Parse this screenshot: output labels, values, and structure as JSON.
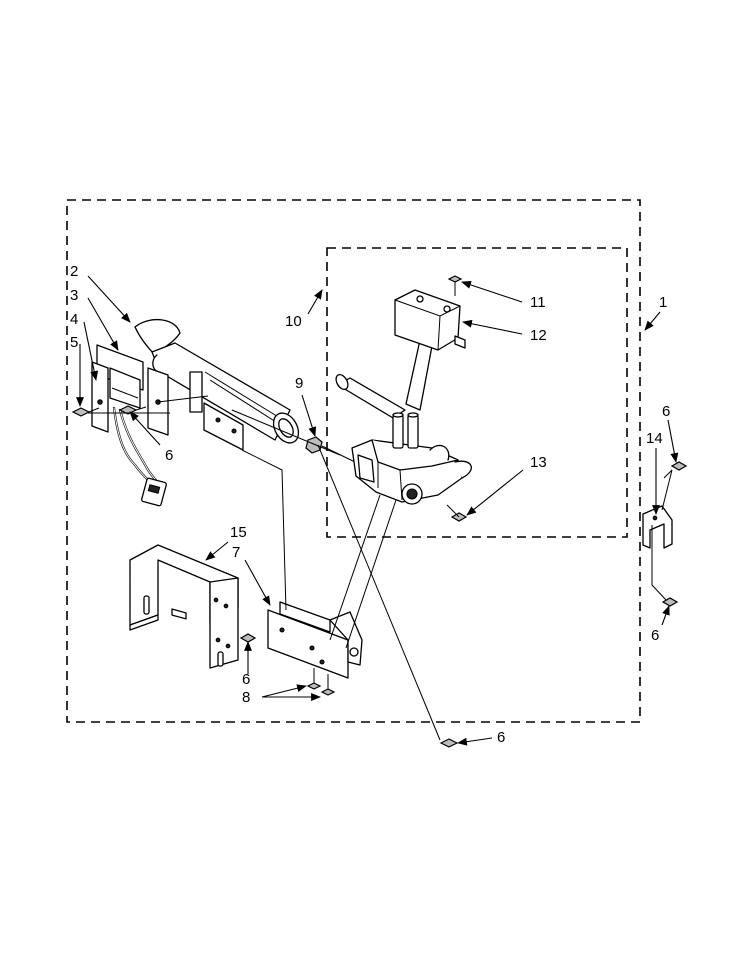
{
  "callouts": {
    "c1": "1",
    "c2": "2",
    "c3": "3",
    "c4": "4",
    "c5": "5",
    "c6a": "6",
    "c6b": "6",
    "c6c": "6",
    "c6d": "6",
    "c6e": "6",
    "c7": "7",
    "c8": "8",
    "c9": "9",
    "c10": "10",
    "c11": "11",
    "c12": "12",
    "c13": "13",
    "c14": "14",
    "c15": "15"
  }
}
